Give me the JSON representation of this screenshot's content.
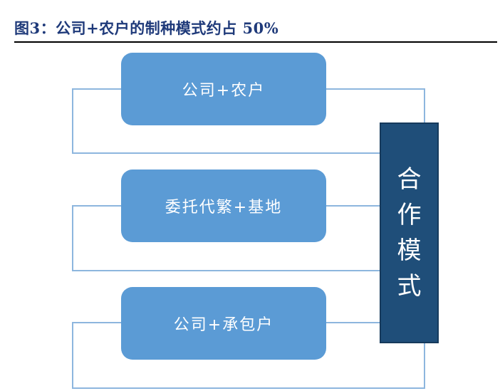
{
  "figure": {
    "title": "图3：公司+农户的制种模式约占 50%"
  },
  "diagram": {
    "models": [
      {
        "label": "公司+农户"
      },
      {
        "label": "委托代繁+基地"
      },
      {
        "label": "公司+承包户"
      }
    ],
    "hub": {
      "label": "合作模式",
      "chars": [
        "合",
        "作",
        "模",
        "式"
      ]
    }
  },
  "colors": {
    "box_fill": "#5b9bd5",
    "hub_fill": "#1f4e79",
    "connector": "#8db6de",
    "title_text": "#1f3a7a"
  }
}
